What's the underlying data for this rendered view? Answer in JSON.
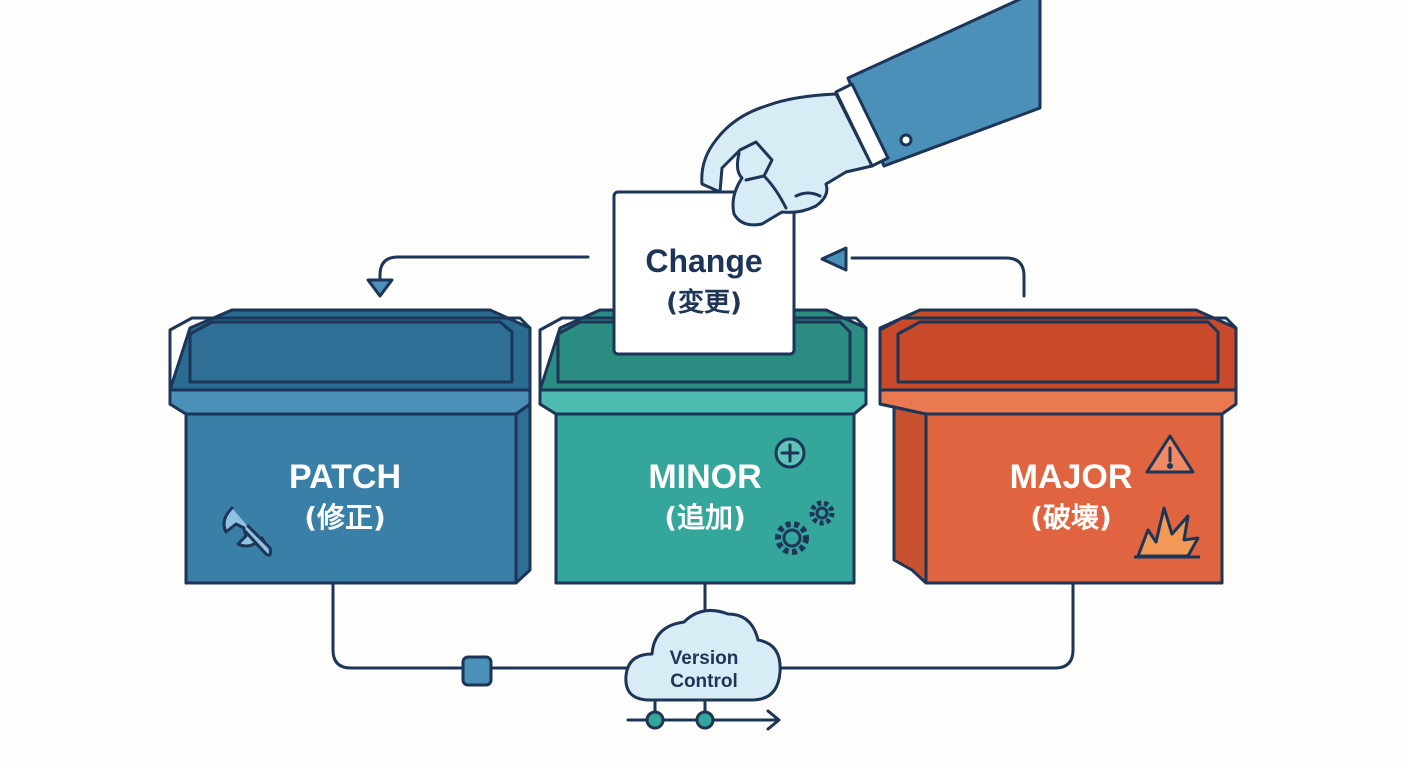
{
  "change_card": {
    "title": "Change",
    "subtitle": "(変更)"
  },
  "boxes": {
    "patch": {
      "title": "PATCH",
      "subtitle": "(修正)",
      "icon": "wrench-icon",
      "color": "#3a7fa7"
    },
    "minor": {
      "title": "MINOR",
      "subtitle": "(追加)",
      "icons": [
        "plus-circle-icon",
        "gears-icon"
      ],
      "color": "#35a69b"
    },
    "major": {
      "title": "MAJOR",
      "subtitle": "(破壊)",
      "icons": [
        "warning-triangle-icon",
        "explosion-icon"
      ],
      "color": "#e0643f"
    }
  },
  "version_control": {
    "line1": "Version",
    "line2": "Control"
  },
  "colors": {
    "outline": "#1d3557",
    "patch": "#3a7fa7",
    "minor": "#35a69b",
    "major": "#e0643f",
    "sleeve": "#4a90b8",
    "glove": "#d8ecf5"
  }
}
